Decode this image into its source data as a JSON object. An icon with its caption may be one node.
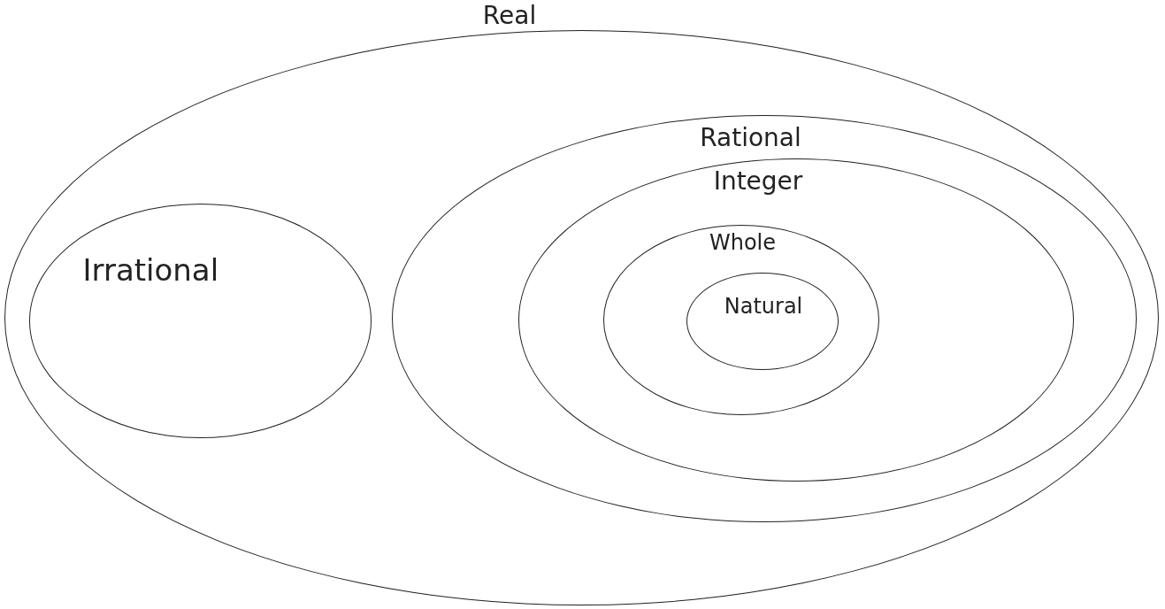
{
  "diagram": {
    "nodes": [
      {
        "text": [
          "Real"
        ]
      },
      {
        "text": [
          "Irrational"
        ],
        "in": 0
      },
      {
        "text": [
          "Rational"
        ],
        "in": 0
      },
      {
        "text": [
          "Integer"
        ],
        "in": 2
      },
      {
        "text": [
          "Whole"
        ],
        "in": 3
      },
      {
        "text": [
          "Natural"
        ],
        "in": 4
      }
    ]
  }
}
